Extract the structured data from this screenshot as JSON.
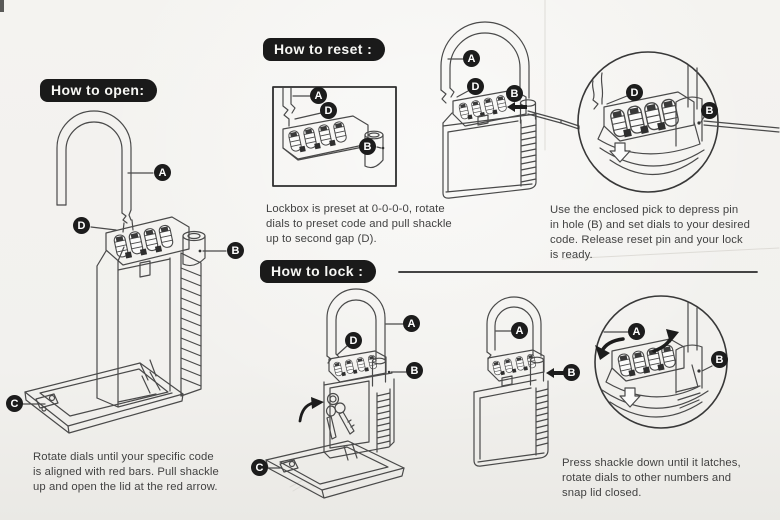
{
  "page": {
    "background": "#f2f1ee",
    "ink": "#4a4a4a",
    "pill_bg": "#1a1a1a",
    "pill_text": "#f7f7f4"
  },
  "callouts": {
    "a": "A",
    "b": "B",
    "c": "C",
    "d": "D"
  },
  "sections": {
    "open": {
      "title": "How to open:",
      "caption": "Rotate dials until your specific code\nis aligned with red bars. Pull shackle\nup and open the lid at the red arrow."
    },
    "reset": {
      "title": "How to reset :",
      "caption_left": "Lockbox is preset at 0-0-0-0, rotate\ndials to preset code and pull shackle\nup to second gap (D).",
      "caption_right": "Use the enclosed pick to depress pin\nin hole (B) and set dials to your desired\ncode. Release reset pin and your lock\nis ready."
    },
    "lock": {
      "title": "How to lock :",
      "caption": "Press shackle down until it latches,\nrotate dials to other numbers and\nsnap lid closed."
    }
  }
}
